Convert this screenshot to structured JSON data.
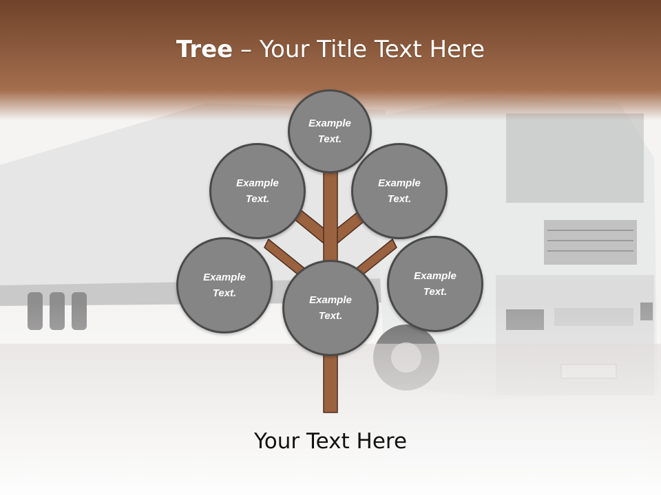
{
  "slide": {
    "title_bold": "Tree",
    "title_rest": " – Your Title Text Here",
    "footer": "Your Text Here",
    "colors": {
      "header_top": "#6f432a",
      "header_bottom": "#a46e4e",
      "node_fill": "#858585",
      "node_border": "#4a4a4a",
      "trunk": "#9b6240",
      "trunk_border": "#4b2e1e"
    }
  },
  "tree": {
    "nodes": [
      {
        "line1": "Example",
        "line2": "Text."
      },
      {
        "line1": "Example",
        "line2": "Text."
      },
      {
        "line1": "Example",
        "line2": "Text."
      },
      {
        "line1": "Example",
        "line2": "Text."
      },
      {
        "line1": "Example",
        "line2": "Text."
      },
      {
        "line1": "Example",
        "line2": "Text."
      }
    ]
  }
}
